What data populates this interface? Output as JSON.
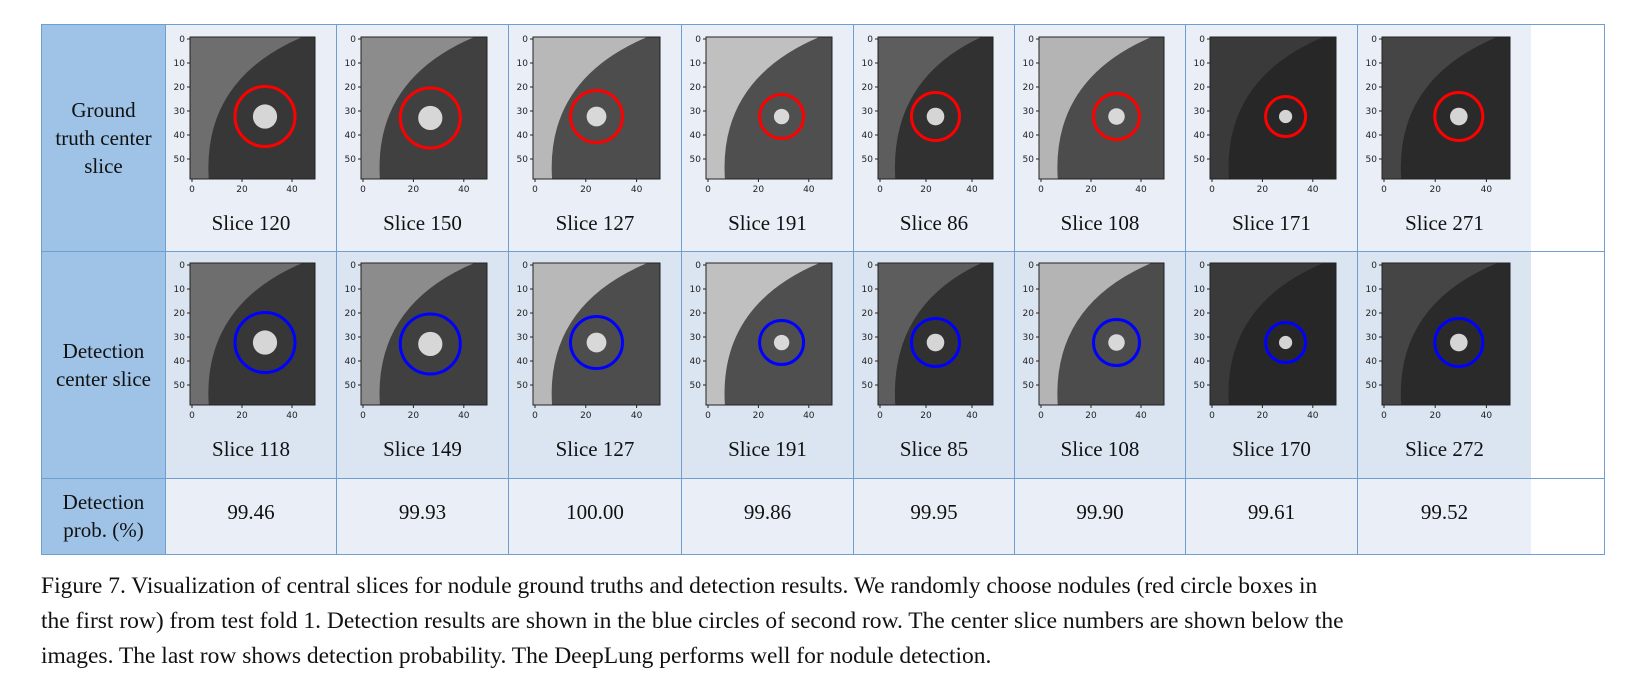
{
  "row_labels": {
    "ground_truth": [
      "Ground",
      "truth center",
      "slice"
    ],
    "detection": [
      "Detection",
      "center slice"
    ],
    "probability": [
      "Detection",
      "prob.  (%)"
    ]
  },
  "y_ticks": [
    "0",
    "10",
    "20",
    "30",
    "40",
    "50"
  ],
  "x_ticks": [
    "0",
    "20",
    "40"
  ],
  "ground_truth_slices": [
    "Slice 120",
    "Slice 150",
    "Slice 127",
    "Slice 191",
    "Slice 86",
    "Slice 108",
    "Slice 171",
    "Slice 271"
  ],
  "detection_slices": [
    "Slice 118",
    "Slice 149",
    "Slice 127",
    "Slice 191",
    "Slice 85",
    "Slice 108",
    "Slice 170",
    "Slice 272"
  ],
  "probabilities": [
    "99.46",
    "99.93",
    "100.00",
    "99.86",
    "99.95",
    "99.90",
    "99.61",
    "99.52"
  ],
  "colors": {
    "ground_truth_circle": "#ff0000",
    "detection_circle": "#0000ff",
    "row_header": "#9ec3e6",
    "border": "#6f9fd0"
  },
  "caption": [
    "Figure 7. Visualization of central slices for nodule ground truths and detection results. We randomly choose nodules (red circle boxes in",
    "the first row) from test fold 1. Detection results are shown in the blue circles of second row. The center slice numbers are shown below the",
    "images. The last row shows detection probability. The DeepLung performs well for nodule detection."
  ]
}
